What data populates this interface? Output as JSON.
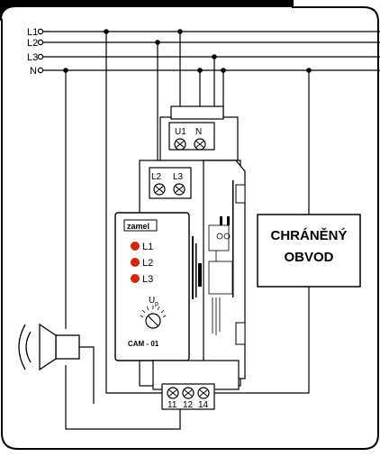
{
  "lines": {
    "l1": "L1",
    "l2": "L2",
    "l3": "L3",
    "n": "N"
  },
  "top_terminals": {
    "u1": "U1",
    "n": "N"
  },
  "mid_terminals": {
    "l2": "L2",
    "l3": "L3"
  },
  "bottom_terminals": {
    "t11": "11",
    "t12": "12",
    "t14": "14"
  },
  "device": {
    "brand": "zamel",
    "led1": "L1",
    "led2": "L2",
    "led3": "L3",
    "up_label": "U",
    "up_sub": "p",
    "model": "CAM - 01"
  },
  "protected_circuit": {
    "line1": "CHRÁNĚNÝ",
    "line2": "OBVOD"
  },
  "colors": {
    "led_red": "#d6260e",
    "device_body": "#ffffff",
    "frame": "#000000"
  }
}
